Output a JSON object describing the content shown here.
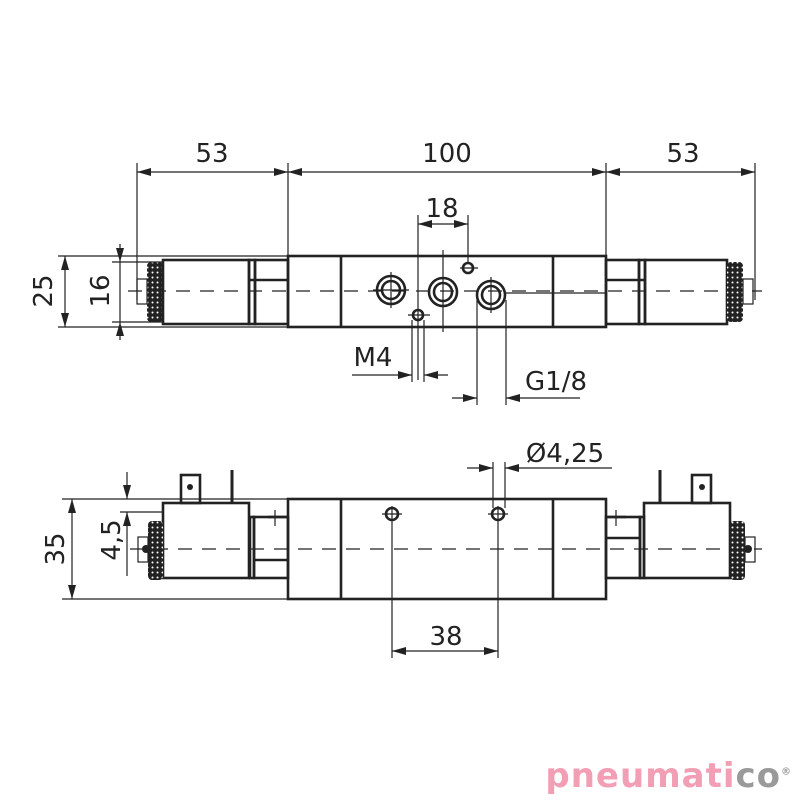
{
  "top_view": {
    "dims": {
      "left_length": "53",
      "body_length": "100",
      "right_length": "53",
      "port_spacing": "18",
      "height_outer": "25",
      "height_inner": "16",
      "mount_thread": "M4",
      "port_thread": "G1/8"
    }
  },
  "side_view": {
    "dims": {
      "height": "35",
      "offset": "4,5",
      "hole_diameter": "Ø4,25",
      "hole_spacing": "38"
    }
  },
  "logo": {
    "text_pink": "pneumati",
    "text_gray": "co",
    "mark": "®"
  },
  "colors": {
    "line": "#222222",
    "logo_pink": "#f29fb5",
    "logo_gray": "#9a9a9a"
  }
}
